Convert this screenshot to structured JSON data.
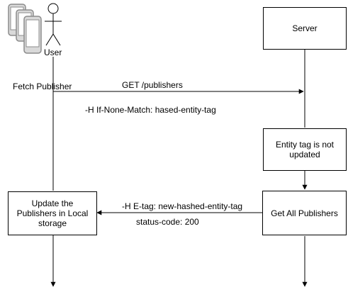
{
  "actors": {
    "user_label": "User"
  },
  "boxes": {
    "server": "Server",
    "entity_tag": "Entity tag is not\nupdated",
    "update_local": "Update the\nPublishers in Local\nstorage",
    "get_all": "Get All Publishers"
  },
  "labels": {
    "fetch_publisher": "Fetch Publisher",
    "get_request": "GET /publishers",
    "if_none_match": "-H If-None-Match: hased-entity-tag",
    "etag_header": "-H E-tag: new-hashed-entity-tag",
    "status_code": "status-code: 200"
  },
  "colors": {
    "line": "#000000",
    "device_fill": "#d9d9d9",
    "device_stroke": "#8c8c8c"
  }
}
